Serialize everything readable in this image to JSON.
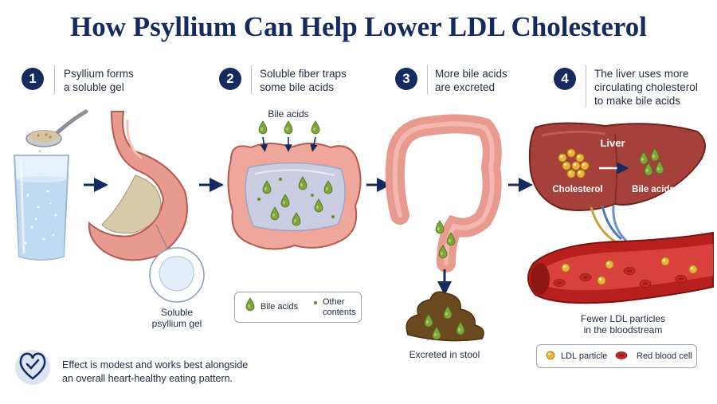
{
  "title": "How Psyllium Can Help Lower LDL Cholesterol",
  "steps": [
    {
      "number": "1",
      "line1": "Psyllium forms",
      "line2": "a soluble gel",
      "line3": ""
    },
    {
      "number": "2",
      "line1": "Soluble fiber traps",
      "line2": "some bile acids",
      "line3": ""
    },
    {
      "number": "3",
      "line1": "More bile acids",
      "line2": "are excreted",
      "line3": ""
    },
    {
      "number": "4",
      "line1": "The liver uses more",
      "line2": "circulating cholesterol",
      "line3": "to make bile acids"
    }
  ],
  "labels": {
    "bile_acids_top": "Bile acids",
    "soluble_gel_1": "Soluble",
    "soluble_gel_2": "psyllium gel",
    "excreted": "Excreted in stool",
    "liver": "Liver",
    "cholesterol": "Cholesterol",
    "bile_acids_liver": "Bile acids",
    "fewer_ldl_1": "Fewer LDL particles",
    "fewer_ldl_2": "in the bloodstream"
  },
  "legend_gut": {
    "bile_acids": "Bile acids",
    "other_1": "Other",
    "other_2": "contents"
  },
  "legend_blood": {
    "ldl": "LDL particle",
    "rbc": "Red blood cell"
  },
  "note": {
    "line1": "Effect is modest and works best alongside",
    "line2": "an overall heart-healthy eating pattern."
  },
  "icons": [
    "spoon-icon",
    "glass-icon",
    "stomach-icon",
    "intestine-icon",
    "colon-icon",
    "stool-icon",
    "liver-icon",
    "blood-vessel-icon",
    "heart-check-icon",
    "arrow-right-icon"
  ],
  "colors": {
    "navy": "#152a5e",
    "tissue": "#e99a8f",
    "bile_green": "#7ea73a",
    "liver": "#a5413a",
    "blood": "#b8201f",
    "ldl": "#e8b43a"
  }
}
